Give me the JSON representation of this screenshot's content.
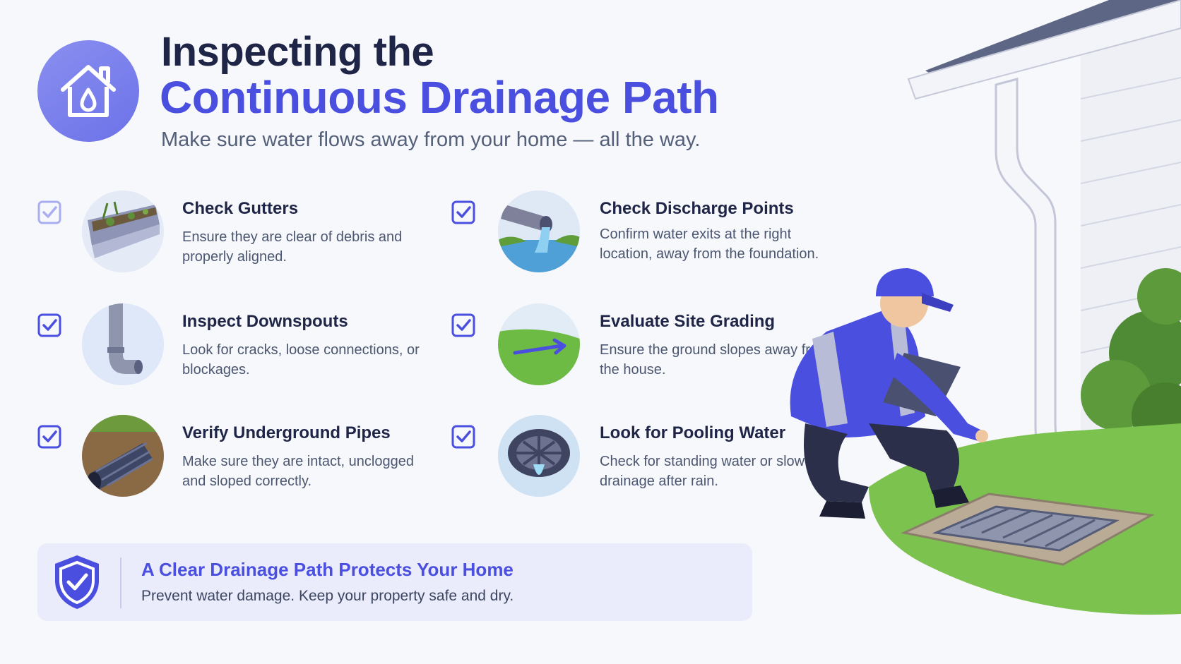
{
  "header": {
    "title_line1": "Inspecting the",
    "title_line2": "Continuous Drainage Path",
    "subtitle": "Make sure water flows away from your home — all the way.",
    "logo_icon": "house-water-drop-icon"
  },
  "checklist": [
    {
      "title": "Check Gutters",
      "text": "Ensure they are clear of debris and properly aligned.",
      "checked": true,
      "icon": "gutter-icon"
    },
    {
      "title": "Inspect Downspouts",
      "text": "Look for cracks, loose connections, or blockages.",
      "checked": true,
      "icon": "downspout-icon"
    },
    {
      "title": "Verify Underground Pipes",
      "text": "Make sure they are intact, unclogged and sloped correctly.",
      "checked": true,
      "icon": "underground-pipe-icon"
    },
    {
      "title": "Check Discharge Points",
      "text": "Confirm water exits at the right location, away from the foundation.",
      "checked": true,
      "icon": "discharge-pipe-icon"
    },
    {
      "title": "Evaluate Site Grading",
      "text": "Ensure the ground slopes away from the house.",
      "checked": true,
      "icon": "slope-arrow-icon"
    },
    {
      "title": "Look for Pooling Water",
      "text": "Check for standing water or slow drainage after rain.",
      "checked": true,
      "icon": "drain-grate-icon"
    }
  ],
  "banner": {
    "title": "A Clear Drainage Path Protects Your Home",
    "text": "Prevent water damage. Keep your property safe and dry.",
    "icon": "shield-check-icon"
  },
  "colors": {
    "accent": "#4a4fe0",
    "dark_text": "#1f2547",
    "body_text": "#4b5670",
    "banner_bg": "#eaebfb"
  }
}
